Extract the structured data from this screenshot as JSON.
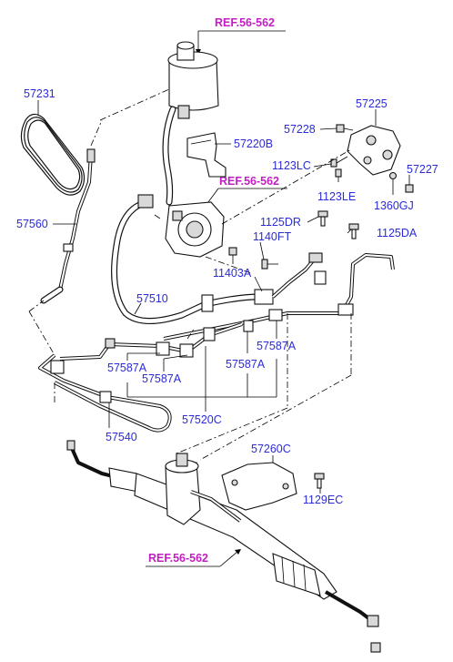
{
  "references": [
    {
      "id": "ref-top",
      "text": "REF.56-562"
    },
    {
      "id": "ref-mid",
      "text": "REF.56-562"
    },
    {
      "id": "ref-bottom",
      "text": "REF.56-562"
    }
  ],
  "part_labels": {
    "p57231": "57231",
    "p57560": "57560",
    "p57220B": "57220B",
    "p57225": "57225",
    "p57228": "57228",
    "p1123LC": "1123LC",
    "p1123LE": "1123LE",
    "p57227": "57227",
    "p1360GJ": "1360GJ",
    "p1125DR": "1125DR",
    "p1125DA": "1125DA",
    "p1140FT": "1140FT",
    "p11403A": "11403A",
    "p57510": "57510",
    "p57587A_1": "57587A",
    "p57587A_2": "57587A",
    "p57587A_3": "57587A",
    "p57587A_4": "57587A",
    "p57520C": "57520C",
    "p57540": "57540",
    "p57260C": "57260C",
    "p1129EC": "1129EC"
  },
  "colors": {
    "label": "#2b2bd8",
    "reference": "#c21fc2",
    "line": "#000000"
  }
}
